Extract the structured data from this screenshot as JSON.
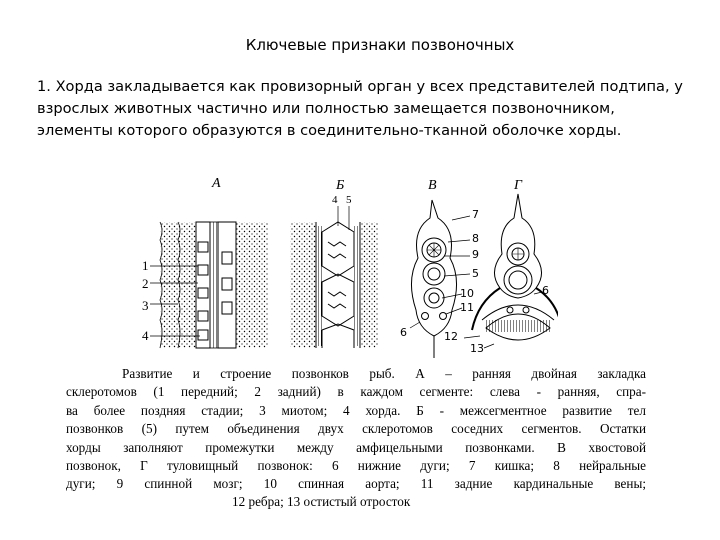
{
  "slide": {
    "title": "Ключевые признаки позвоночных",
    "paragraph": {
      "line1": "1. Хорда закладывается как провизорный орган у всех представителей подтипа, у",
      "line2": "взрослых животных  частично или полностью замещается позвоночником,",
      "line3": "элементы которого образуются в соединительно-тканной оболочке хорды."
    }
  },
  "figure": {
    "panel_labels": {
      "a": "А",
      "b": "Б",
      "v": "В",
      "g": "Г"
    },
    "numbers": {
      "n1": "1",
      "n2": "2",
      "n3": "3",
      "n4a": "4",
      "n4b": "4",
      "n5a": "5",
      "n7": "7",
      "n8": "8",
      "n9": "9",
      "n5b": "5",
      "n10": "10",
      "n11": "11",
      "n6a": "6",
      "n12": "12",
      "n13": "13",
      "n6b": "6"
    },
    "caption": {
      "line1": "Развитие и строение позвонков рыб.  А – ранняя двойная закладка",
      "line2": "склеротомов (1  передний; 2  задний) в каждом сегменте: слева - ранняя, спра-",
      "line3": "ва  более поздняя стадии; 3  миотом; 4  хорда. Б - межсегментное развитие тел",
      "line4": "позвонков (5) путем объединения двух склеротомов соседних сегментов. Остатки",
      "line5": "хорды заполняют промежутки между амфицельными позвонками. В  хвостовой",
      "line6": "позвонок, Г  туловищный позвонок: 6  нижние дуги; 7  кишка; 8  нейральные",
      "line7": "дуги; 9  спинной мозг; 10  спинная аорта; 11  задние кардинальные вены;",
      "line8": "12  ребра; 13  остистый отросток"
    }
  }
}
